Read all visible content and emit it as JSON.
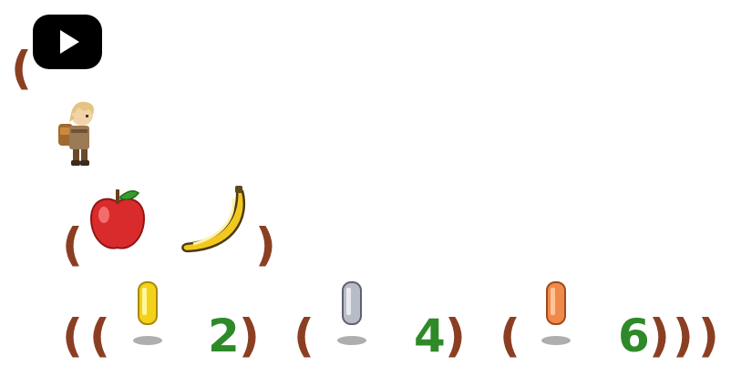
{
  "play_button": {
    "icon": "play-icon",
    "color": "#000000"
  },
  "character": {
    "icon": "adventurer-sprite"
  },
  "fruit_group": {
    "open": "(",
    "close": ")",
    "items": [
      {
        "icon": "apple-icon",
        "color": "#d92b2b"
      },
      {
        "icon": "banana-icon",
        "color": "#f2c81e"
      }
    ]
  },
  "pill_groups": {
    "outer_open": "(",
    "outer_close": ")",
    "items": [
      {
        "open": "(",
        "close": ")",
        "value": "2",
        "icon": "gold-capsule-icon",
        "color": "#f5d21a"
      },
      {
        "open": "(",
        "close": ")",
        "value": "4",
        "icon": "silver-capsule-icon",
        "color": "#b8bcc8"
      },
      {
        "open": "(",
        "close": ")",
        "value": "6",
        "icon": "orange-capsule-icon",
        "color": "#f08a4b"
      }
    ]
  },
  "colors": {
    "paren": "#8b3f22",
    "number": "#2e8a28"
  }
}
